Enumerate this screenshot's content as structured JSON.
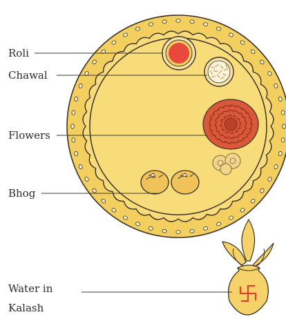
{
  "labels": {
    "roli": "Roli",
    "chawal": "Chawal",
    "flowers": "Flowers",
    "bhog": "Bhog",
    "water_line1": "Water in",
    "water_line2": "Kalash"
  },
  "icons": [
    "thali-plate",
    "roli-bowl",
    "chawal-bowl",
    "flower-garland",
    "small-flowers",
    "bhog-sweets",
    "kalash-pot",
    "swastika-symbol"
  ],
  "colors": {
    "plate_fill": "#f8dc7a",
    "plate_rim": "#f3cf5f",
    "plate_outline": "#3a3020",
    "roli": "#e8493b",
    "flower": "#d9583a",
    "flower_dark": "#8e2c1a",
    "bhog": "#f0c25a",
    "kalash": "#f6d36a",
    "swastika": "#e2402d",
    "pointer_line": "#3a3a3a"
  }
}
